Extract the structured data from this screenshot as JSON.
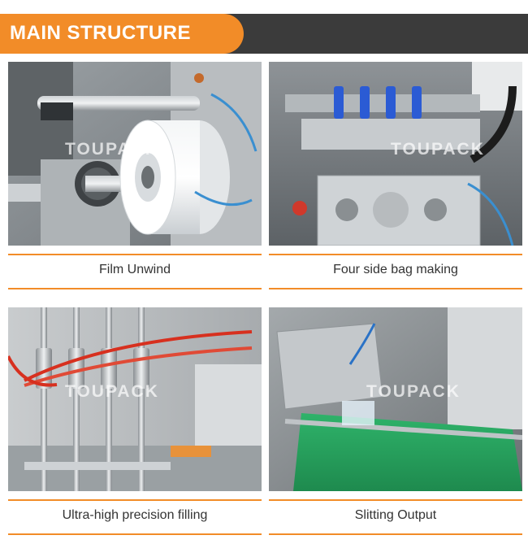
{
  "header": {
    "title": "MAIN STRUCTURE"
  },
  "panels": [
    {
      "caption": "Film Unwind"
    },
    {
      "caption": "Four side bag making",
      "watermark": "TOUPACK"
    },
    {
      "caption": "Ultra-high precision filling",
      "watermark": "TOUPACK"
    },
    {
      "caption": "Slitting Output",
      "watermark": "TOUPACK"
    }
  ],
  "colors": {
    "accent": "#f28c28",
    "header_bar": "#3b3b3b"
  }
}
